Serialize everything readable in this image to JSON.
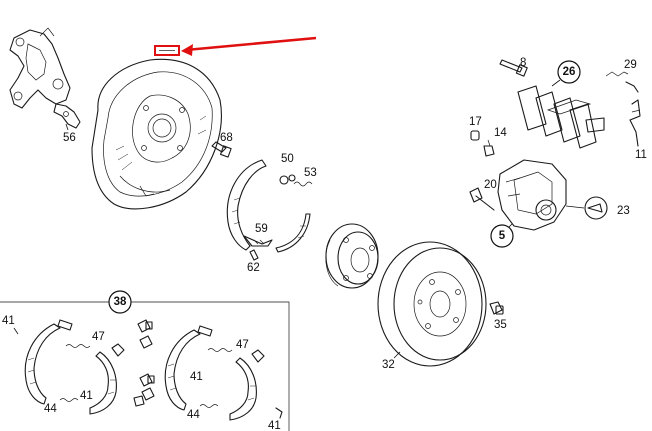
{
  "callouts": {
    "n56": "56",
    "n68": "68",
    "n50": "50",
    "n53": "53",
    "n59": "59",
    "n62": "62",
    "n8": "8",
    "n26": "26",
    "n29": "29",
    "n17": "17",
    "n14": "14",
    "n11": "11",
    "n20": "20",
    "n5": "5",
    "n23": "23",
    "n38": "38",
    "n41a": "41",
    "n47a": "47",
    "n44a": "44",
    "n41b": "41",
    "n47b": "47",
    "n41c": "41",
    "n44b": "44",
    "n41d": "41",
    "n35": "35",
    "n32": "32"
  },
  "highlight": {
    "color": "#e01010"
  }
}
